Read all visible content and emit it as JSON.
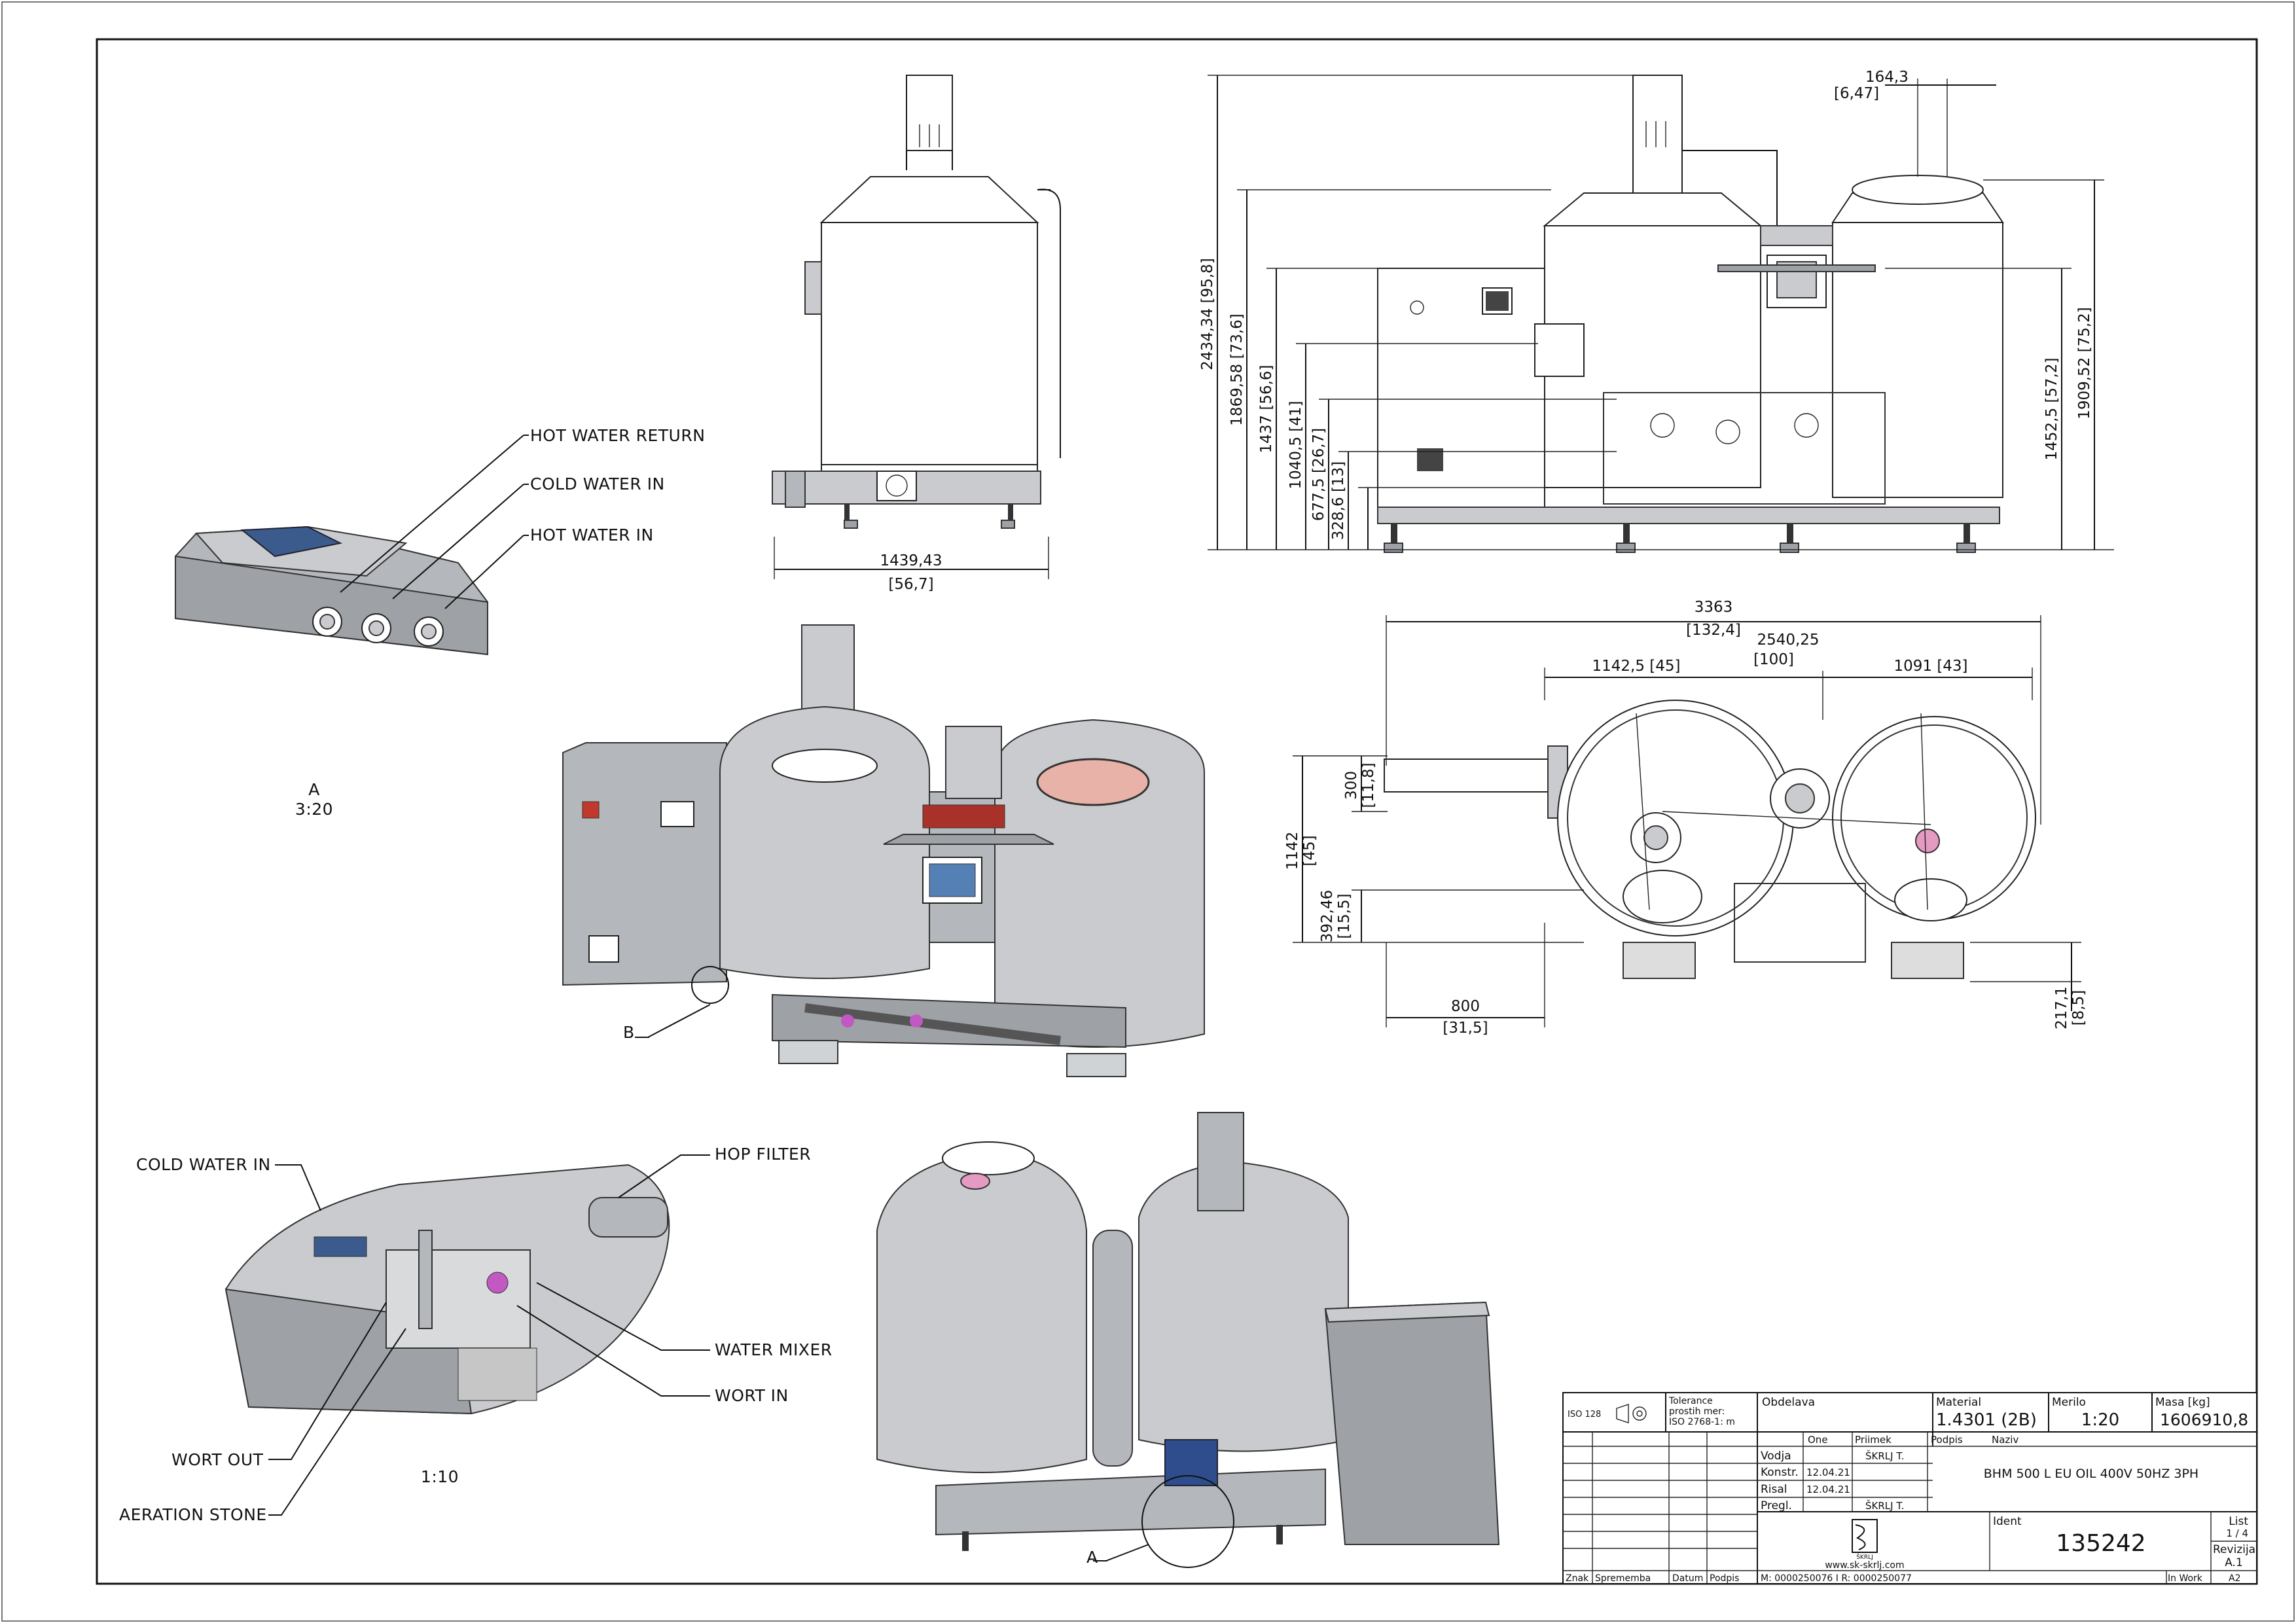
{
  "drawing": {
    "callouts_section": [
      "HOT WATER RETURN",
      "COLD WATER IN",
      "HOT WATER IN"
    ],
    "callouts_detail": [
      "COLD WATER IN",
      "HOP FILTER",
      "WATER MIXER",
      "WORT IN",
      "WORT OUT",
      "AERATION STONE"
    ],
    "detail_a_label": "A",
    "detail_a_scale": "3:20",
    "detail_b_label": "B",
    "detail_scale_1_10": "1:10",
    "view_label_a": "A"
  },
  "dims": {
    "side_width": "1439,43",
    "side_width_in": "[56,7]",
    "front_top": "164,3",
    "front_top_in": "[6,47]",
    "h1": "2434,34  [95,8]",
    "h2": "1869,58  [73,6]",
    "h3": "1437  [56,6]",
    "h4": "1040,5  [41]",
    "h5": "677,5  [26,7]",
    "h6": "328,6  [13]",
    "r1": "1452,5  [57,2]",
    "r2": "1909,52  [75,2]",
    "plan_total": "3363",
    "plan_total_in": "[132,4]",
    "plan_mid": "2540,25",
    "plan_mid_in": "[100]",
    "plan_left": "1142,5  [45]",
    "plan_right": "1091  [43]",
    "plan_300": "300",
    "plan_300_in": "[11,8]",
    "plan_1142": "1142",
    "plan_1142_in": "[45]",
    "plan_392": "392,46",
    "plan_392_in": "[15,5]",
    "plan_800": "800",
    "plan_800_in": "[31,5]",
    "plan_217": "217,1",
    "plan_217_in": "[8,5]"
  },
  "title_block": {
    "iso": "ISO 128",
    "tolerance_lines": [
      "Tolerance",
      "prostih mer:",
      "ISO 2768-1: m"
    ],
    "obdelava_label": "Obdelava",
    "material_label": "Material",
    "material_value": "1.4301 (2B)",
    "merilo_label": "Merilo",
    "merilo_value": "1:20",
    "masa_label": "Masa [kg]",
    "masa_value": "1606910,8",
    "naziv_label": "Naziv",
    "naziv_value": "BHM 500 L EU OIL 400V 50HZ 3PH",
    "col_one": "One",
    "col_priimek": "Priimek",
    "col_podpis": "Podpis",
    "row_vodja": "Vodja",
    "row_vodja_name": "ŠKRLJ T.",
    "row_konstr": "Konstr.",
    "row_konstr_date": "12.04.21",
    "row_risal": "Risal",
    "row_risal_date": "12.04.21",
    "row_pregl": "Pregl.",
    "row_pregl_name": "ŠKRLJ T.",
    "logo_text": "ŠKRLJ",
    "website": "www.sk-skrlj.com",
    "ident_label": "Ident",
    "ident_value": "135242",
    "list_label": "List",
    "list_value": "1 / 4",
    "revizija_label": "Revizija",
    "revizija_value": "A.1",
    "bottom_znak": "Znak",
    "bottom_sprememba": "Sprememba",
    "bottom_datum": "Datum",
    "bottom_podpis": "Podpis",
    "bottom_m": "M: 0000250076 I R: 0000250077",
    "bottom_status": "In Work",
    "bottom_format": "A2"
  }
}
